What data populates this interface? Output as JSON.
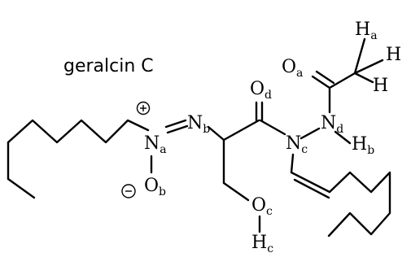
{
  "title": "geralcin C",
  "atoms": {
    "ha_top": {
      "sym": "H",
      "sub": "a"
    },
    "h_right": {
      "sym": "H"
    },
    "h_low": {
      "sym": "H"
    },
    "oa": {
      "sym": "O",
      "sub": "a"
    },
    "od": {
      "sym": "O",
      "sub": "d"
    },
    "na": {
      "sym": "N",
      "sub": "a"
    },
    "nb": {
      "sym": "N",
      "sub": "b"
    },
    "nc": {
      "sym": "N",
      "sub": "c"
    },
    "nd": {
      "sym": "N",
      "sub": "d"
    },
    "hb": {
      "sym": "H",
      "sub": "b"
    },
    "ob": {
      "sym": "O",
      "sub": "b"
    },
    "oc": {
      "sym": "O",
      "sub": "c"
    },
    "hc": {
      "sym": "H",
      "sub": "c"
    }
  },
  "charges": {
    "plus": "+",
    "minus": "−"
  }
}
